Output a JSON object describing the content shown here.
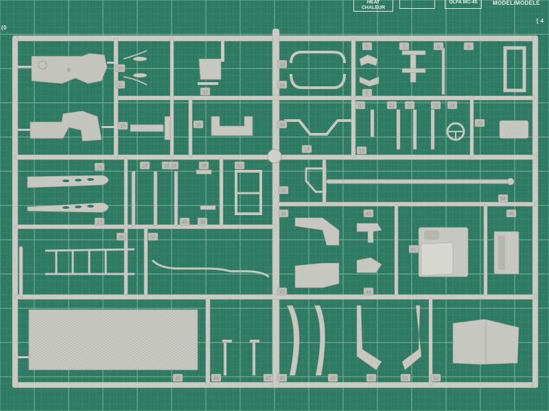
{
  "mat": {
    "colors": {
      "base": "#2f7a62",
      "grid_minor": "#3f8a72",
      "grid_major": "#7fb5a0",
      "mark": "#d8e6df"
    },
    "header_texts": {
      "heat_line1": "HEAT",
      "heat_line2": "CHALEUR",
      "model_code": "OLFA MC-45",
      "model_label": "MODEL/MODELE",
      "right_edge": "[ 4",
      "left_edge": "(0"
    }
  },
  "sprue": {
    "colors": {
      "plastic": "#c9cac4",
      "plastic_light": "#d6d7d1",
      "plastic_dark": "#9c9d97",
      "tag": "#bdbeb8"
    },
    "part_numbers": [
      "5",
      "6",
      "7",
      "8",
      "9",
      "10",
      "11",
      "12",
      "13",
      "14",
      "15",
      "16",
      "17",
      "18",
      "19",
      "20",
      "21",
      "22",
      "23",
      "24",
      "25",
      "26",
      "27",
      "28",
      "29",
      "30",
      "31",
      "32",
      "33",
      "34",
      "35",
      "36",
      "37",
      "38",
      "39",
      "40",
      "41",
      "42",
      "43",
      "44",
      "45",
      "46",
      "47",
      "48",
      "49",
      "50",
      "51",
      "52"
    ]
  }
}
